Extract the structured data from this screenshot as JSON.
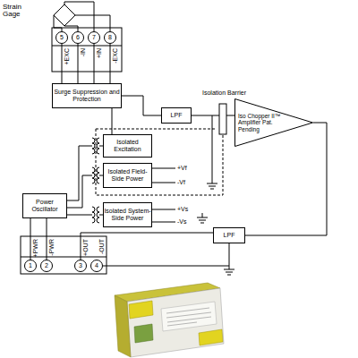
{
  "diagram": {
    "nodes": [
      {
        "text": [
          "5"
        ]
      },
      {
        "text": [
          "6"
        ]
      },
      {
        "text": [
          "7"
        ]
      },
      {
        "text": [
          "8"
        ]
      },
      {
        "text": [
          "Surge Suppression and Protection"
        ]
      },
      {
        "text": [
          "LPF"
        ]
      },
      {
        "text": [
          "Iso Chopper II™ Amplifier Pat. Pending"
        ]
      },
      {
        "text": [
          "Isolated Excitation"
        ]
      },
      {
        "text": [
          "Isolated Field-Side Power"
        ]
      },
      {
        "text": [
          "Power Oscillator"
        ]
      },
      {
        "text": [
          "Isolated System-Side Power"
        ]
      },
      {
        "text": [
          "LPF"
        ]
      },
      {
        "text": [
          "1"
        ]
      },
      {
        "text": [
          "2"
        ]
      },
      {
        "text": [
          "3"
        ]
      },
      {
        "text": [
          "4"
        ]
      }
    ],
    "edges": [
      {
        "from": 0,
        "to": 4,
        "arrow": "none"
      },
      {
        "from": 1,
        "to": 4,
        "arrow": "none"
      },
      {
        "from": 2,
        "to": 4,
        "arrow": "none"
      },
      {
        "from": 3,
        "to": 4,
        "arrow": "none"
      },
      {
        "from": 4,
        "to": 5,
        "arrow": "none"
      },
      {
        "from": 5,
        "to": 6,
        "arrow": "none"
      },
      {
        "from": 6,
        "to": 11,
        "arrow": "none"
      },
      {
        "from": 11,
        "to": 14,
        "arrow": "none"
      },
      {
        "from": 7,
        "to": 4,
        "arrow": "none"
      },
      {
        "from": 9,
        "to": 7,
        "arrow": "none"
      },
      {
        "from": 9,
        "to": 8,
        "arrow": "none"
      },
      {
        "from": 9,
        "to": 10,
        "arrow": "none"
      },
      {
        "from": 12,
        "to": 9,
        "arrow": "none"
      },
      {
        "from": 13,
        "to": 9,
        "arrow": "none"
      }
    ],
    "labels": [
      "Strain Gage",
      "+EXC",
      "-IN",
      "+IN",
      "-EXC",
      "Isolation Barrier",
      "+Vf",
      "-Vf",
      "+Vs",
      "-Vs",
      "+PWR",
      "-PWR",
      "+OUT",
      "-OUT"
    ]
  }
}
